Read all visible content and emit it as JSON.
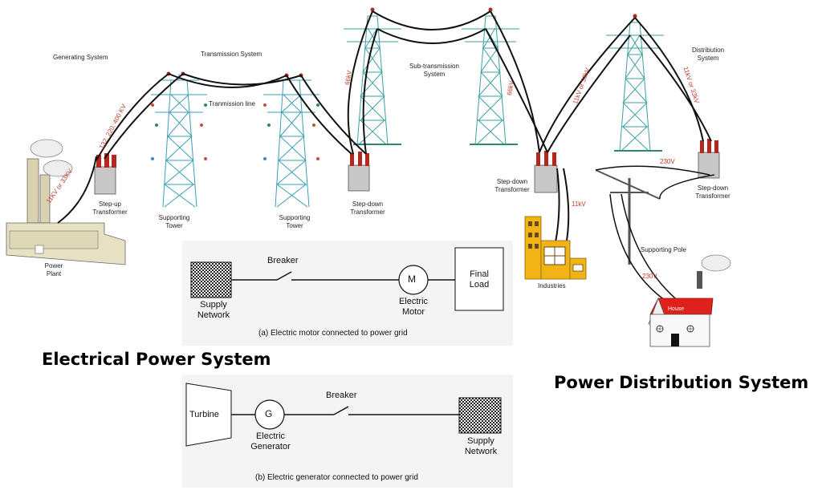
{
  "titles": {
    "electrical_power_system": "Electrical Power System",
    "power_distribution_system": "Power Distribution System"
  },
  "grid_diagram": {
    "section_labels": {
      "generating_system": "Generating System",
      "transmission_system": "Transmission System",
      "sub_transmission_system": "Sub-transmission System",
      "distribution_system": "Distribution System"
    },
    "components": {
      "power_plant": "Power Plant",
      "step_up_transformer": "Step-up Transformer",
      "transmission_line": "Tranmission line",
      "supporting_tower_1": "Supporting Tower",
      "supporting_tower_2": "Supporting Tower",
      "step_down_transformer_1": "Step-down Transformer",
      "step_down_transformer_2": "Step-down Transformer",
      "step_down_transformer_3": "Step-down Transformer",
      "industries": "Industries",
      "supporting_pole": "Supporting Pole",
      "house": "House"
    },
    "voltages": {
      "plant_out": "11KV or 33KV",
      "transmission": "132, 220, 400 KV",
      "sub_transmission_1": "66kV",
      "sub_transmission_2": "66kV",
      "distribution_1": "11kV or 33kV",
      "distribution_2": "11kV or 33kV",
      "industry_feed": "11kV",
      "pole_secondary": "230V",
      "house_feed": "230V"
    }
  },
  "schematic_a": {
    "source_label": "Supply Network",
    "breaker_label": "Breaker",
    "machine_symbol": "M",
    "machine_label": "Electric Motor",
    "load_label": "Final Load",
    "caption": "(a) Electric motor connected to power grid"
  },
  "schematic_b": {
    "turbine_label": "Turbine",
    "machine_symbol": "G",
    "machine_label": "Electric Generator",
    "breaker_label": "Breaker",
    "network_label": "Supply Network",
    "caption": "(b) Electric generator connected to power grid"
  },
  "colors": {
    "voltage_text": "#c0392b",
    "tower": "#3a9fb5",
    "industry": "#f2b316",
    "house_roof": "#e0201b",
    "insulator": "#b5261f"
  }
}
